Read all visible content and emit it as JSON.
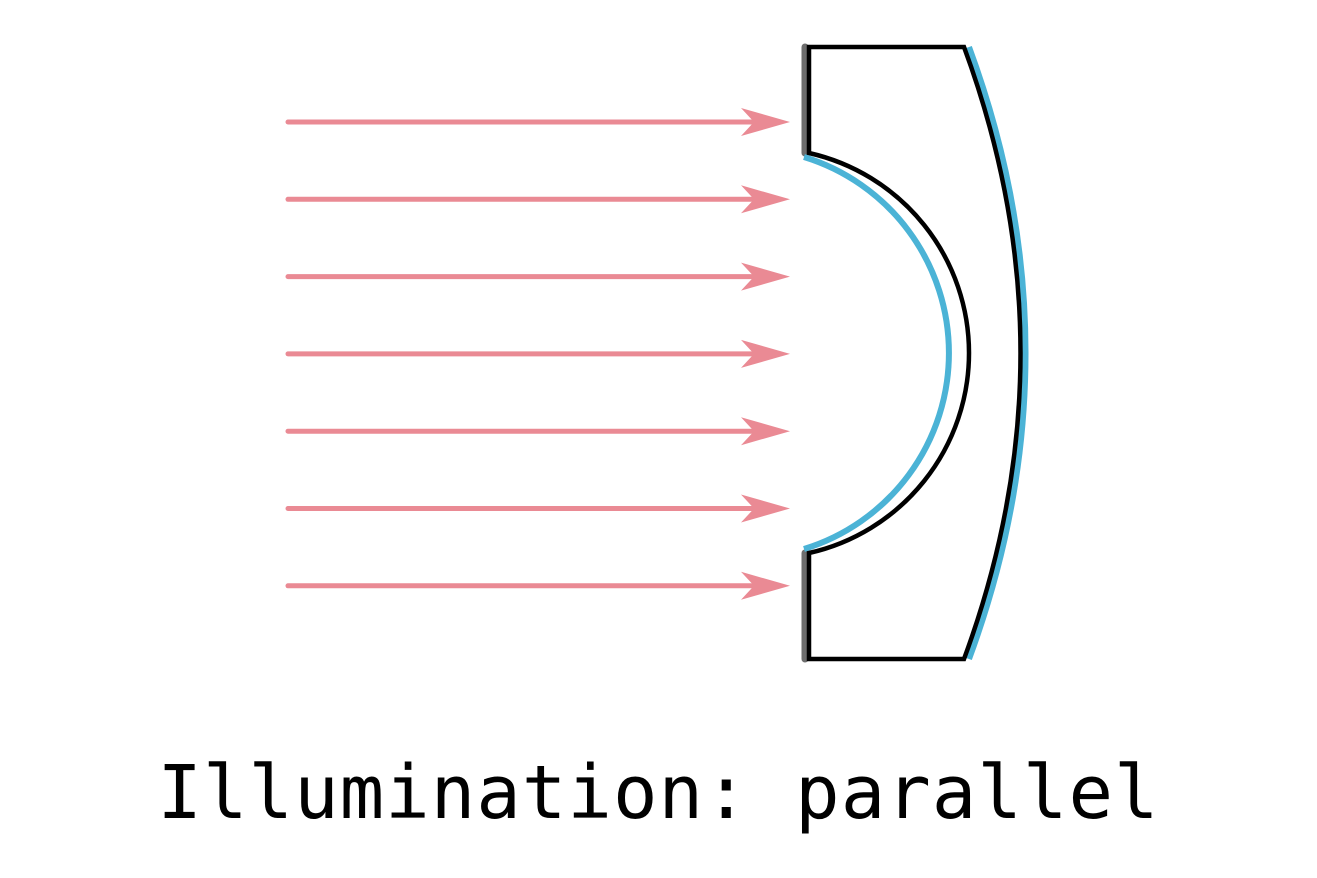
{
  "caption": "Illumination: parallel",
  "illumination": {
    "mode": "parallel",
    "ray_count": 7
  },
  "colors": {
    "ray": "#ea8a94",
    "lens_outline": "#000000",
    "lens_surface": "#4bb3d6",
    "lens_flat": "#6e6e6e",
    "background": "#ffffff"
  }
}
